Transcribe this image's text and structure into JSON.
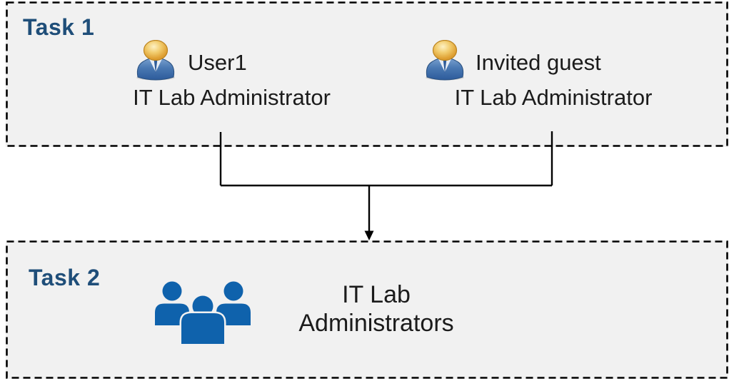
{
  "task1": {
    "label": "Task 1",
    "people": [
      {
        "name": "User1",
        "role": "IT Lab Administrator",
        "icon": "single-user-icon"
      },
      {
        "name": "Invited guest",
        "role": "IT Lab Administrator",
        "icon": "single-user-icon"
      }
    ]
  },
  "task2": {
    "label": "Task 2",
    "icon": "user-group-icon",
    "group_name_lines": [
      "IT Lab",
      "Administrators"
    ]
  },
  "connector": {
    "type": "merge-arrow",
    "description": "lines from both Task 1 people merge into one arrow pointing to Task 2 group"
  },
  "colors": {
    "task_label_blue": "#1f4e79",
    "box_background": "#f1f1f1",
    "box_border": "#000000",
    "body_text": "#1b1b1b",
    "group_icon_blue": "#0f62ac",
    "person_head_gold": "#e2a93c",
    "person_body_blue": "#3c6ca7",
    "connector_black": "#000000"
  }
}
